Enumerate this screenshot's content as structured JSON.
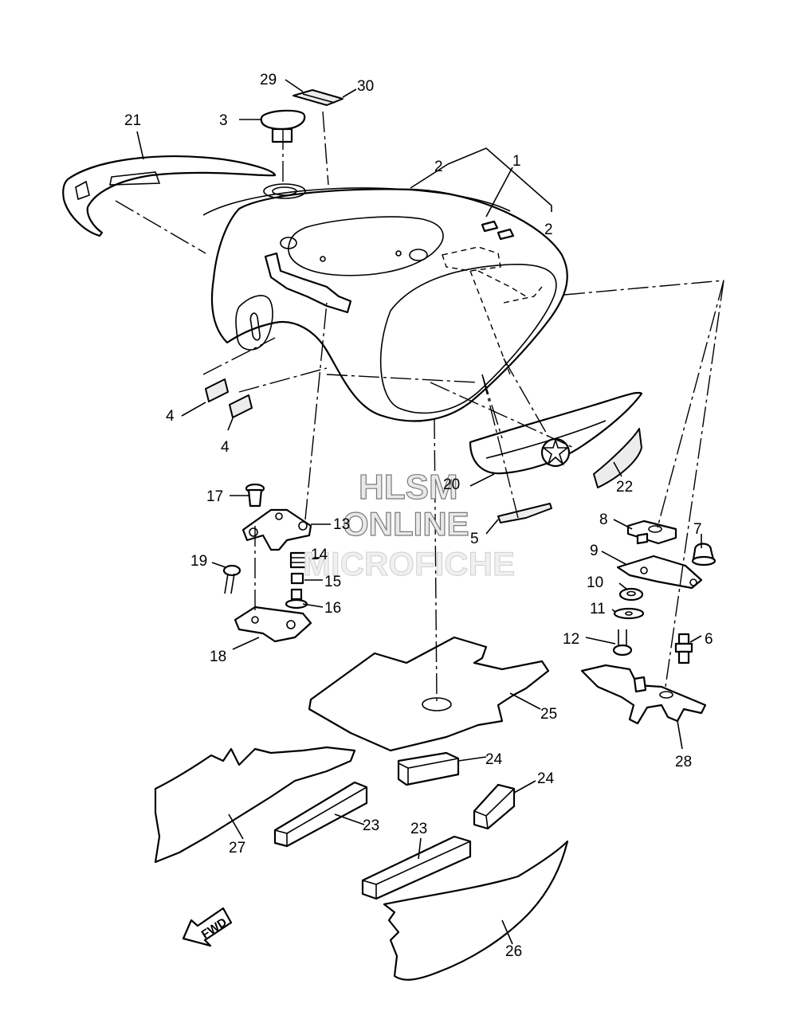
{
  "watermark": {
    "line1": "HLSM",
    "line2": "ONLINE",
    "line3": "MICROFICHE"
  },
  "forward_marker": "FWD",
  "callouts": [
    {
      "id": "c1",
      "label": "1"
    },
    {
      "id": "c2a",
      "label": "2"
    },
    {
      "id": "c2b",
      "label": "2"
    },
    {
      "id": "c3",
      "label": "3"
    },
    {
      "id": "c4a",
      "label": "4"
    },
    {
      "id": "c4b",
      "label": "4"
    },
    {
      "id": "c5",
      "label": "5"
    },
    {
      "id": "c6",
      "label": "6"
    },
    {
      "id": "c7",
      "label": "7"
    },
    {
      "id": "c8",
      "label": "8"
    },
    {
      "id": "c9",
      "label": "9"
    },
    {
      "id": "c10",
      "label": "10"
    },
    {
      "id": "c11",
      "label": "11"
    },
    {
      "id": "c12",
      "label": "12"
    },
    {
      "id": "c13",
      "label": "13"
    },
    {
      "id": "c14",
      "label": "14"
    },
    {
      "id": "c15",
      "label": "15"
    },
    {
      "id": "c16",
      "label": "16"
    },
    {
      "id": "c17",
      "label": "17"
    },
    {
      "id": "c18",
      "label": "18"
    },
    {
      "id": "c19",
      "label": "19"
    },
    {
      "id": "c20",
      "label": "20"
    },
    {
      "id": "c21",
      "label": "21"
    },
    {
      "id": "c22",
      "label": "22"
    },
    {
      "id": "c23a",
      "label": "23"
    },
    {
      "id": "c23b",
      "label": "23"
    },
    {
      "id": "c24a",
      "label": "24"
    },
    {
      "id": "c24b",
      "label": "24"
    },
    {
      "id": "c25",
      "label": "25"
    },
    {
      "id": "c26",
      "label": "26"
    },
    {
      "id": "c27",
      "label": "27"
    },
    {
      "id": "c28",
      "label": "28"
    },
    {
      "id": "c29",
      "label": "29"
    },
    {
      "id": "c30",
      "label": "30"
    }
  ]
}
